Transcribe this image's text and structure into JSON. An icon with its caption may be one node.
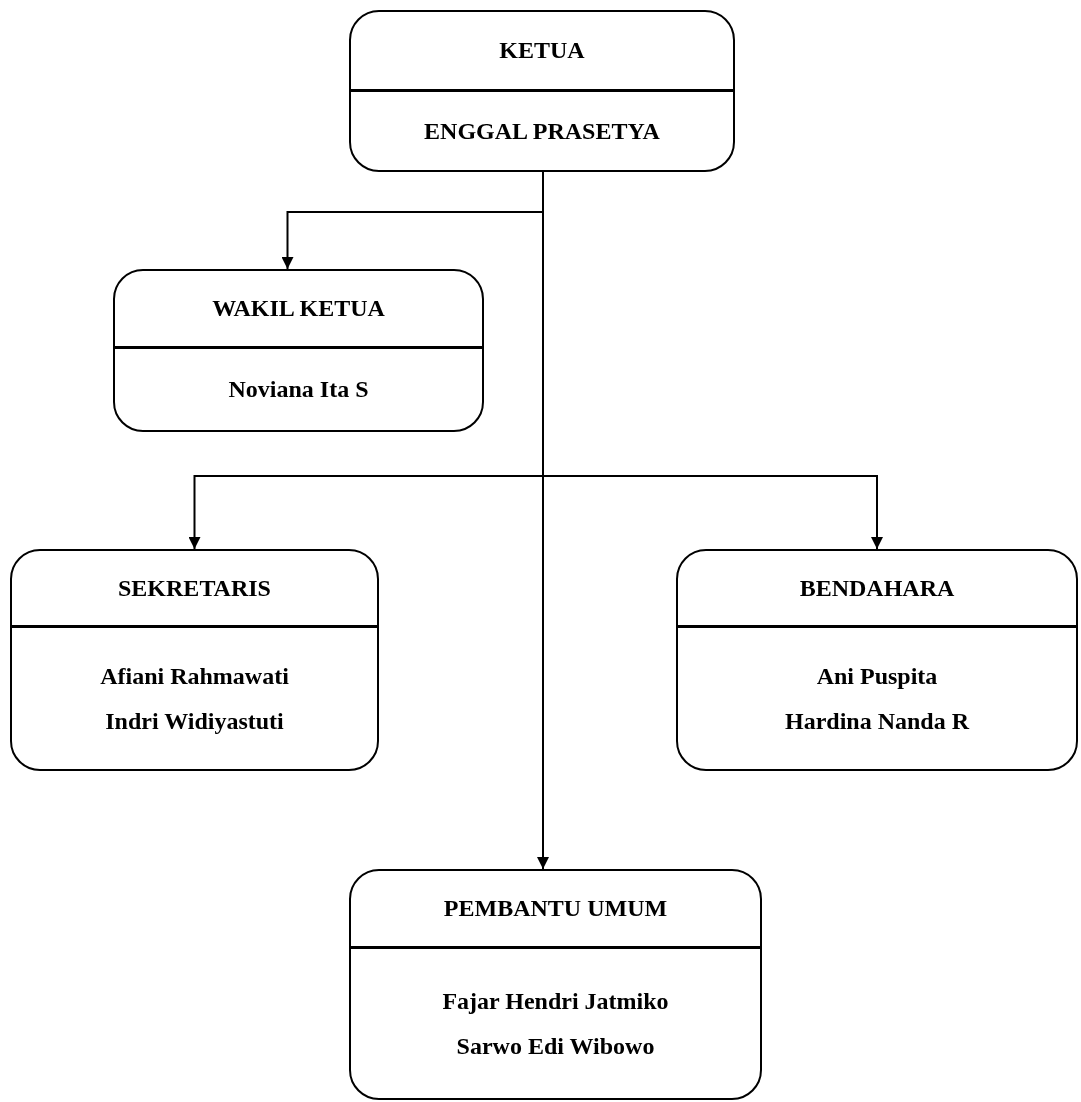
{
  "diagram": {
    "nodes": [
      {
        "text": [
          "KETUA",
          "ENGGAL PRASETYA"
        ]
      },
      {
        "text": [
          "WAKIL KETUA",
          "Noviana Ita S"
        ]
      },
      {
        "text": [
          "SEKRETARIS",
          "Afiani Rahmawati",
          "Indri Widiyastuti"
        ]
      },
      {
        "text": [
          "BENDAHARA",
          "Ani Puspita",
          "Hardina Nanda R"
        ]
      },
      {
        "text": [
          "PEMBANTU UMUM",
          "Fajar Hendri Jatmiko",
          "Sarwo Edi Wibowo"
        ]
      }
    ],
    "edges": [
      {
        "from": 0,
        "to": 1,
        "arrow": "to"
      },
      {
        "from": 0,
        "to": 2,
        "arrow": "to"
      },
      {
        "from": 0,
        "to": 3,
        "arrow": "to"
      },
      {
        "from": 0,
        "to": 4,
        "arrow": "to"
      }
    ]
  }
}
